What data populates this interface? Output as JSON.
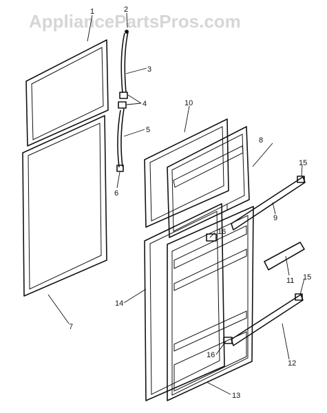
{
  "watermark": "AppliancePartsPros.com",
  "callouts": {
    "c1": "1",
    "c2": "2",
    "c3": "3",
    "c4": "4",
    "c5": "5",
    "c6": "6",
    "c7": "7",
    "c8": "8",
    "c9": "9",
    "c10": "10",
    "c11": "11",
    "c12": "12",
    "c13": "13",
    "c14": "14",
    "c15a": "15",
    "c15b": "15",
    "c16a": "16",
    "c16b": "16"
  },
  "colors": {
    "line": "#111111",
    "watermark": "#d6d6d6",
    "background": "#ffffff"
  }
}
